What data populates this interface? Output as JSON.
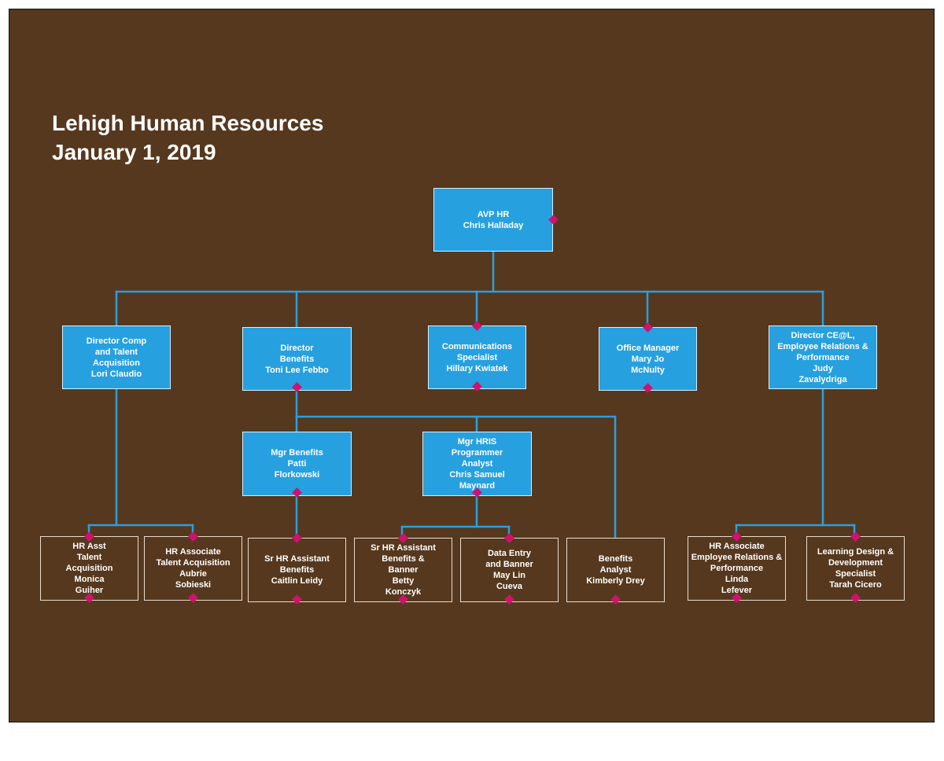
{
  "title": {
    "line1": "Lehigh Human Resources",
    "line2": "January 1, 2019"
  },
  "colors": {
    "background": "#56381e",
    "box_fill": "#27a0e0",
    "connector": "#2a9fe0",
    "handle": "#d0126e"
  },
  "nodes": {
    "avp": {
      "lines": [
        "AVP HR",
        "Chris Halladay"
      ]
    },
    "comp": {
      "lines": [
        "Director Comp",
        "and Talent",
        "Acquisition",
        "Lori Claudio"
      ]
    },
    "benefits_dir": {
      "lines": [
        "Director",
        "Benefits",
        "Toni Lee Febbo"
      ]
    },
    "comms": {
      "lines": [
        "Communications",
        "Specialist",
        "Hillary Kwiatek"
      ]
    },
    "office": {
      "lines": [
        "Office Manager",
        "Mary Jo",
        "McNulty"
      ]
    },
    "ceal": {
      "lines": [
        "Director CE@L,",
        "Employee Relations &",
        "Performance",
        "Judy",
        "Zavalydriga"
      ]
    },
    "mgr_benefits": {
      "lines": [
        "Mgr Benefits",
        "Patti",
        "Florkowski"
      ]
    },
    "mgr_hris": {
      "lines": [
        "Mgr HRIS",
        "Programmer",
        "Analyst",
        "Chris Samuel",
        "Maynard"
      ]
    },
    "hr_asst_ta": {
      "lines": [
        "HR Asst",
        "Talent",
        "Acquisition",
        "Monica",
        "Guiher"
      ]
    },
    "hr_assoc_ta": {
      "lines": [
        "HR Associate",
        "Talent Acquisition",
        "Aubrie",
        "Sobieski"
      ]
    },
    "sr_hr_benefits": {
      "lines": [
        "Sr HR Assistant",
        "Benefits",
        "Caitlin Leidy"
      ]
    },
    "sr_hr_banner": {
      "lines": [
        "Sr HR Assistant",
        "Benefits &",
        "Banner",
        "Betty",
        "Konczyk"
      ]
    },
    "data_entry": {
      "lines": [
        "Data Entry",
        "and Banner",
        "May Lin",
        "Cueva"
      ]
    },
    "benefits_analyst": {
      "lines": [
        "Benefits",
        "Analyst",
        "Kimberly Drey"
      ]
    },
    "hr_assoc_erp": {
      "lines": [
        "HR Associate",
        "Employee Relations &",
        "Performance",
        "Linda",
        "Lefever"
      ]
    },
    "learning": {
      "lines": [
        "Learning Design &",
        "Development",
        "Specialist",
        "Tarah Cicero"
      ]
    }
  }
}
